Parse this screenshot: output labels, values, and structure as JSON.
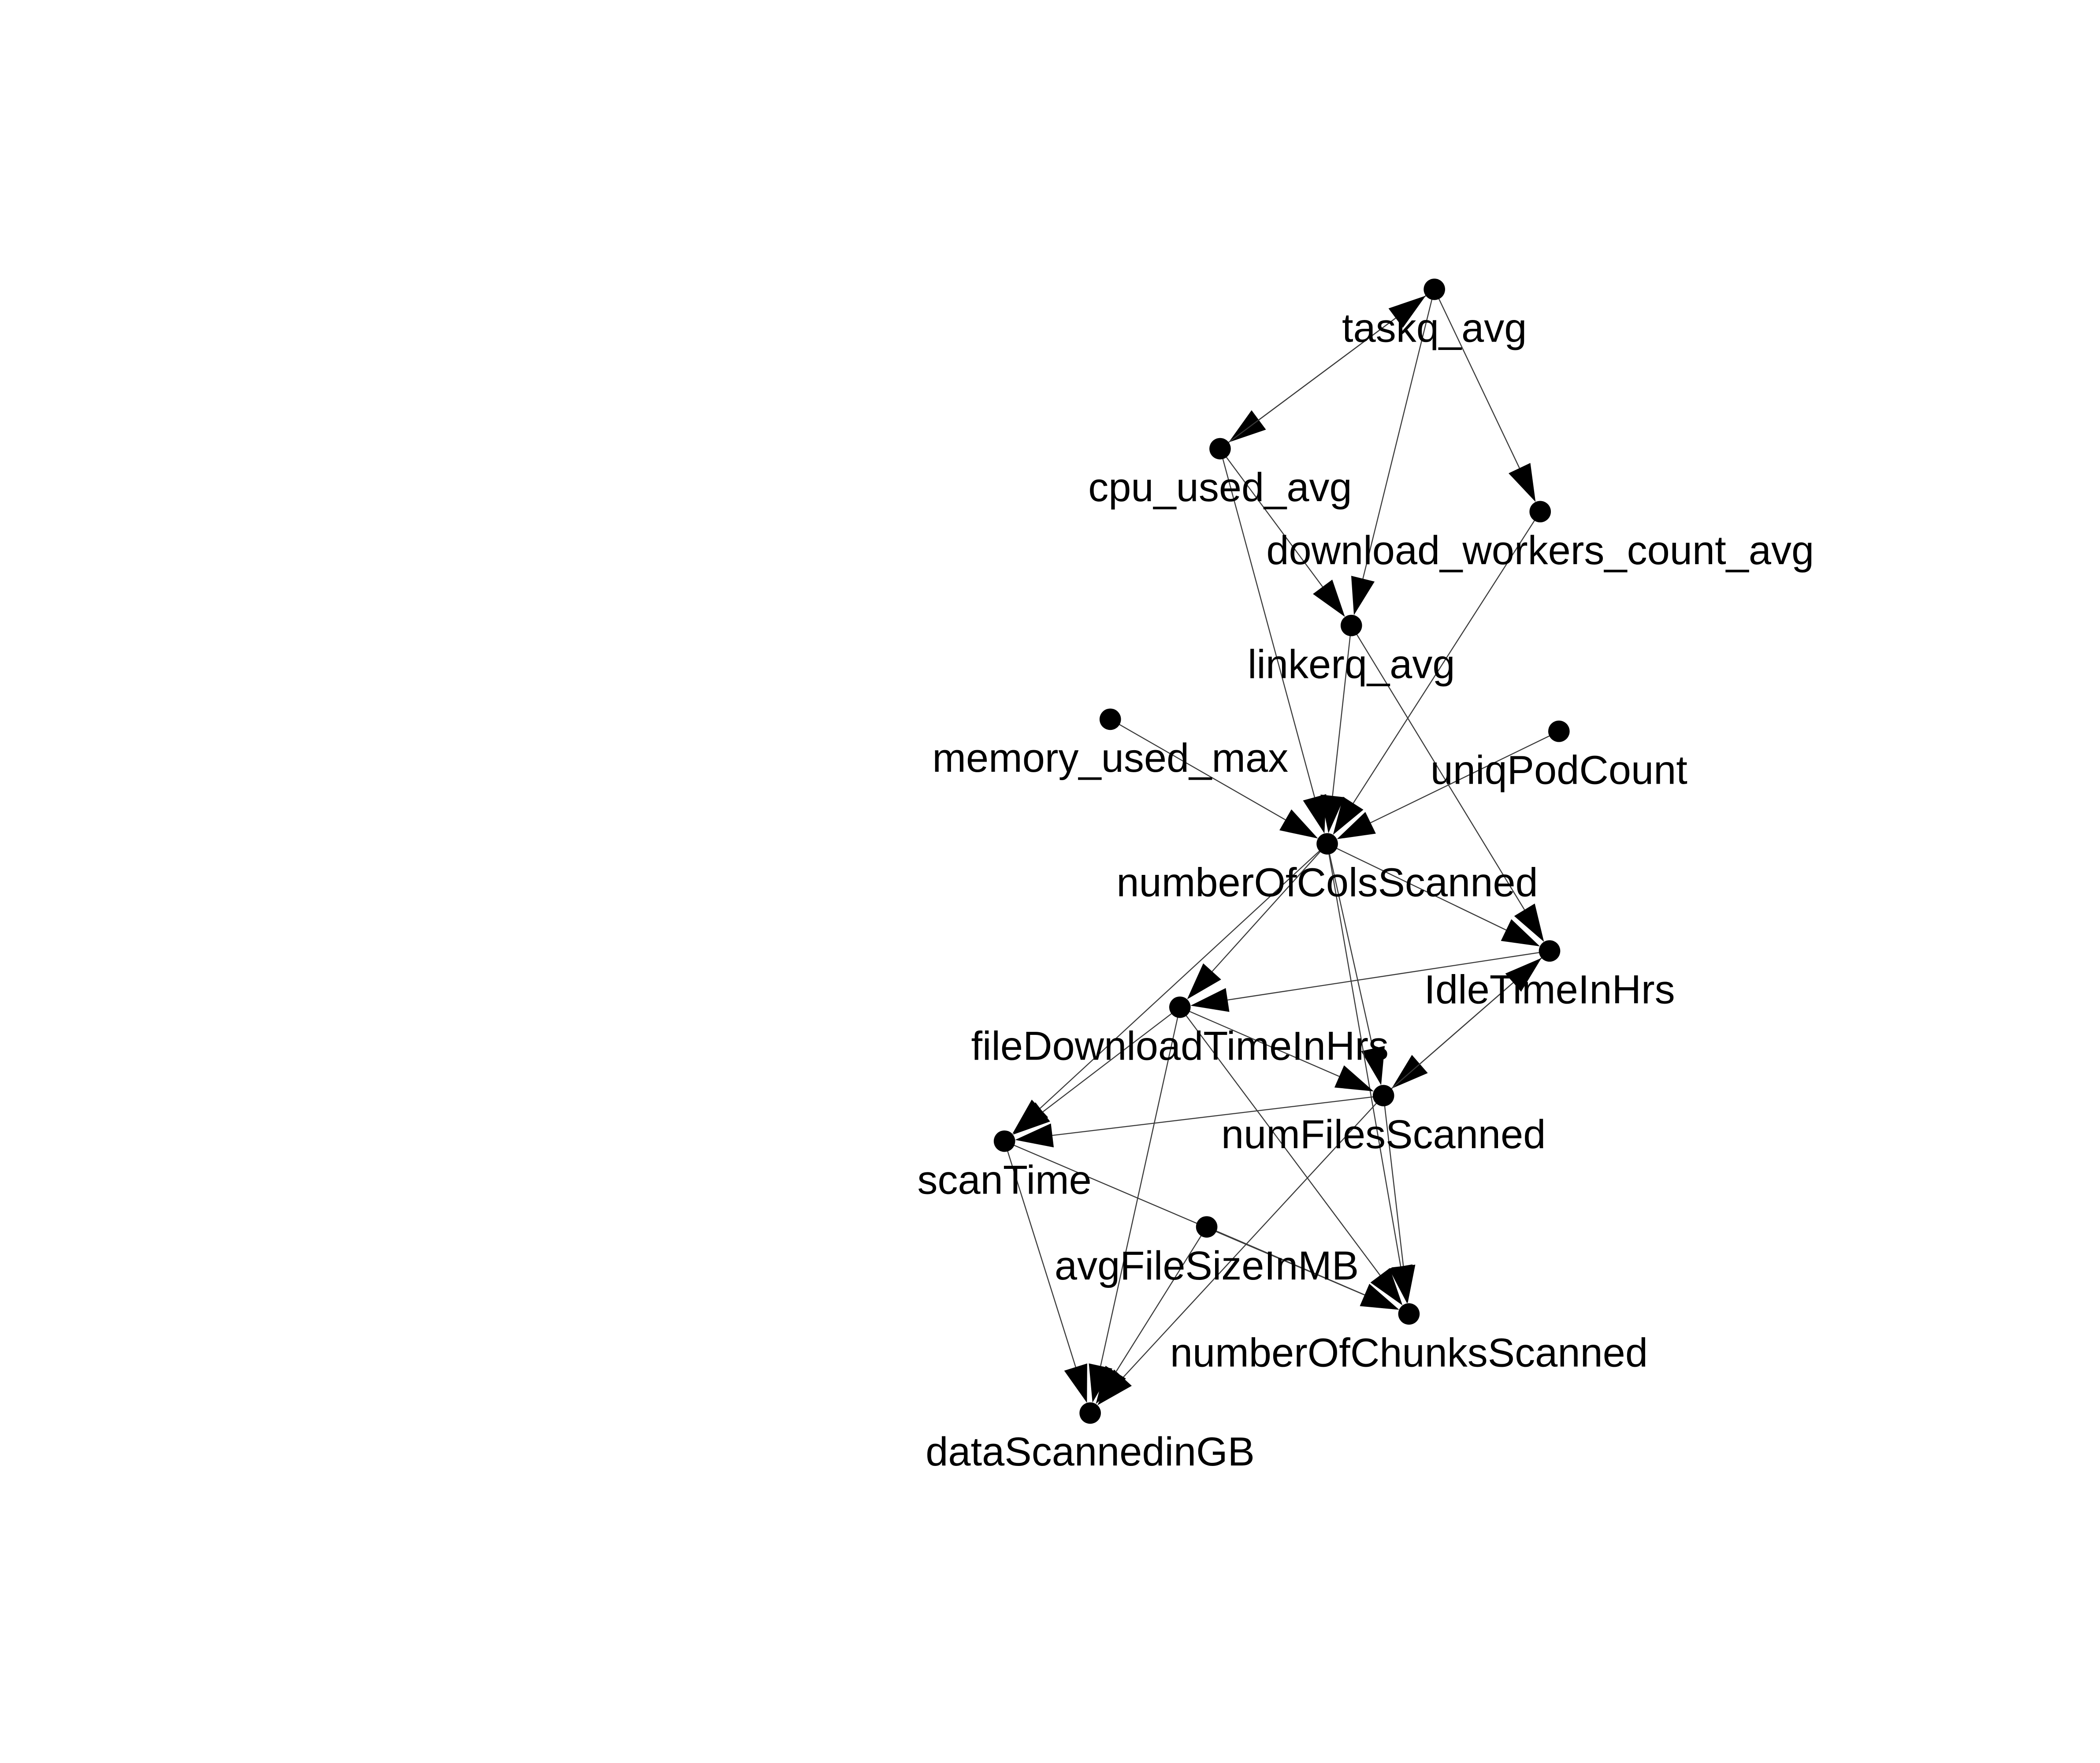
{
  "graph": {
    "type": "directed-graph",
    "nodes": [
      {
        "id": "taskq_avg",
        "label": "taskq_avg"
      },
      {
        "id": "cpu_used_avg",
        "label": "cpu_used_avg"
      },
      {
        "id": "download_workers_count_avg",
        "label": "download_workers_count_avg"
      },
      {
        "id": "linkerq_avg",
        "label": "linkerq_avg"
      },
      {
        "id": "memory_used_max",
        "label": "memory_used_max"
      },
      {
        "id": "uniqPodCount",
        "label": "uniqPodCount"
      },
      {
        "id": "numberOfColsScanned",
        "label": "numberOfColsScanned"
      },
      {
        "id": "IdleTimeInHrs",
        "label": "IdleTimeInHrs"
      },
      {
        "id": "fileDownloadTimeInHrs",
        "label": "fileDownloadTimeInHrs"
      },
      {
        "id": "numFilesScanned",
        "label": "numFilesScanned"
      },
      {
        "id": "scanTime",
        "label": "scanTime"
      },
      {
        "id": "avgFileSizeInMB",
        "label": "avgFileSizeInMB"
      },
      {
        "id": "numberOfChunksScanned",
        "label": "numberOfChunksScanned"
      },
      {
        "id": "dataScannedinGB",
        "label": "dataScannedinGB"
      }
    ],
    "edges": [
      {
        "from": "taskq_avg",
        "to": "cpu_used_avg"
      },
      {
        "from": "taskq_avg",
        "to": "download_workers_count_avg"
      },
      {
        "from": "taskq_avg",
        "to": "linkerq_avg"
      },
      {
        "from": "cpu_used_avg",
        "to": "taskq_avg"
      },
      {
        "from": "cpu_used_avg",
        "to": "linkerq_avg"
      },
      {
        "from": "cpu_used_avg",
        "to": "numberOfColsScanned"
      },
      {
        "from": "download_workers_count_avg",
        "to": "numberOfColsScanned"
      },
      {
        "from": "linkerq_avg",
        "to": "numberOfColsScanned"
      },
      {
        "from": "linkerq_avg",
        "to": "IdleTimeInHrs"
      },
      {
        "from": "memory_used_max",
        "to": "numberOfColsScanned"
      },
      {
        "from": "uniqPodCount",
        "to": "numberOfColsScanned"
      },
      {
        "from": "numberOfColsScanned",
        "to": "IdleTimeInHrs"
      },
      {
        "from": "numberOfColsScanned",
        "to": "fileDownloadTimeInHrs"
      },
      {
        "from": "numberOfColsScanned",
        "to": "scanTime"
      },
      {
        "from": "numberOfColsScanned",
        "to": "numFilesScanned"
      },
      {
        "from": "numberOfColsScanned",
        "to": "numberOfChunksScanned"
      },
      {
        "from": "IdleTimeInHrs",
        "to": "fileDownloadTimeInHrs"
      },
      {
        "from": "IdleTimeInHrs",
        "to": "numFilesScanned"
      },
      {
        "from": "fileDownloadTimeInHrs",
        "to": "scanTime"
      },
      {
        "from": "fileDownloadTimeInHrs",
        "to": "numFilesScanned"
      },
      {
        "from": "fileDownloadTimeInHrs",
        "to": "numberOfChunksScanned"
      },
      {
        "from": "fileDownloadTimeInHrs",
        "to": "dataScannedinGB"
      },
      {
        "from": "numFilesScanned",
        "to": "scanTime"
      },
      {
        "from": "numFilesScanned",
        "to": "numberOfChunksScanned"
      },
      {
        "from": "numFilesScanned",
        "to": "dataScannedinGB"
      },
      {
        "from": "numFilesScanned",
        "to": "IdleTimeInHrs"
      },
      {
        "from": "scanTime",
        "to": "dataScannedinGB"
      },
      {
        "from": "scanTime",
        "to": "numberOfChunksScanned"
      },
      {
        "from": "avgFileSizeInMB",
        "to": "dataScannedinGB"
      },
      {
        "from": "avgFileSizeInMB",
        "to": "numberOfChunksScanned"
      }
    ]
  }
}
